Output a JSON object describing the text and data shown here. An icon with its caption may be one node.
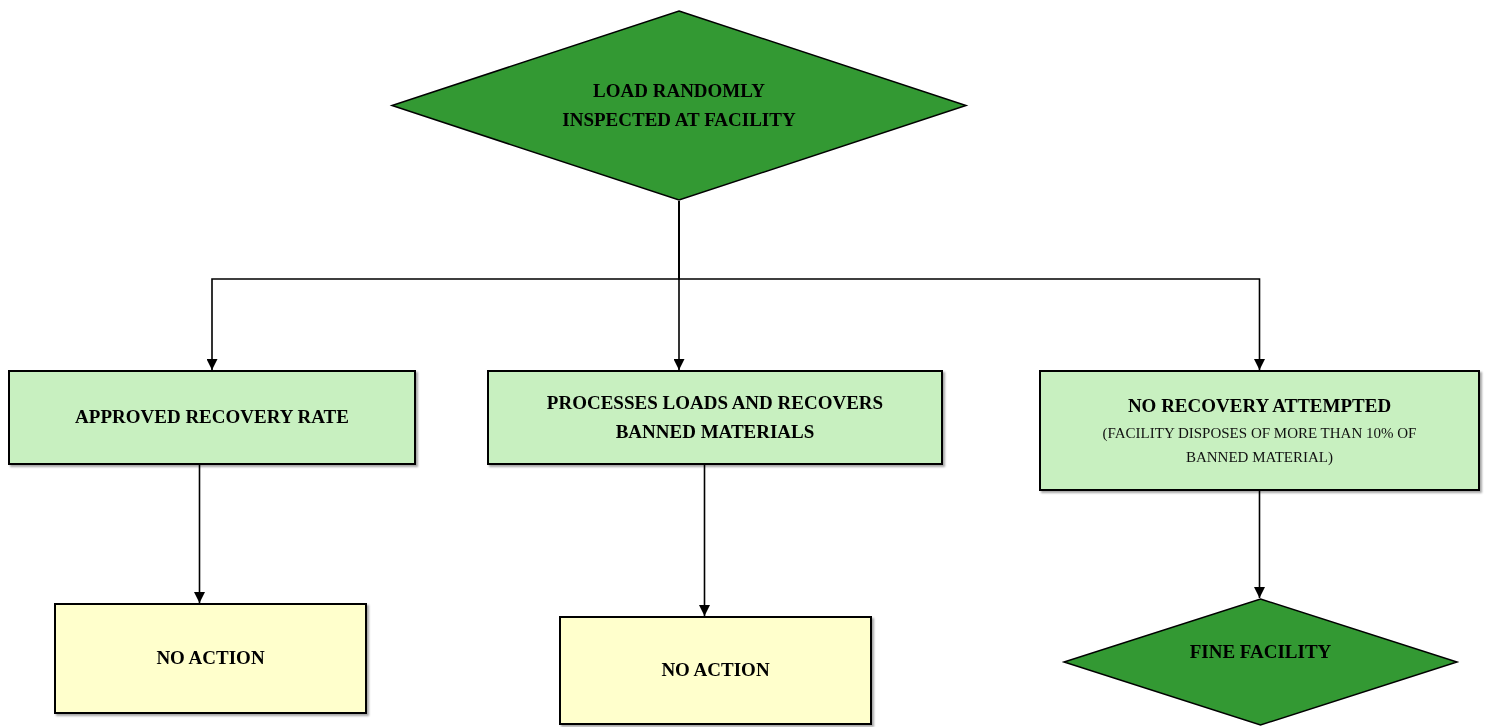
{
  "diagram": {
    "nodes": [
      {
        "text": [
          "LOAD RANDOMLY INSPECTED AT FACILITY"
        ]
      },
      {
        "text": [
          "APPROVED RECOVERY RATE"
        ]
      },
      {
        "text": [
          "PROCESSES LOADS AND RECOVERS BANNED MATERIALS"
        ]
      },
      {
        "text": [
          "NO RECOVERY ATTEMPTED",
          "(FACILITY DISPOSES OF MORE THAN 10% OF BANNED MATERIAL)"
        ]
      },
      {
        "text": [
          "NO ACTION"
        ]
      },
      {
        "text": [
          "NO ACTION"
        ]
      },
      {
        "text": [
          "FINE FACILITY"
        ]
      }
    ],
    "edges": [
      {
        "from": 0,
        "to": 1,
        "arrow": "to"
      },
      {
        "from": 0,
        "to": 2,
        "arrow": "to"
      },
      {
        "from": 0,
        "to": 3,
        "arrow": "to"
      },
      {
        "from": 1,
        "to": 4,
        "arrow": "to"
      },
      {
        "from": 2,
        "to": 5,
        "arrow": "to"
      },
      {
        "from": 3,
        "to": 6,
        "arrow": "to"
      }
    ]
  }
}
